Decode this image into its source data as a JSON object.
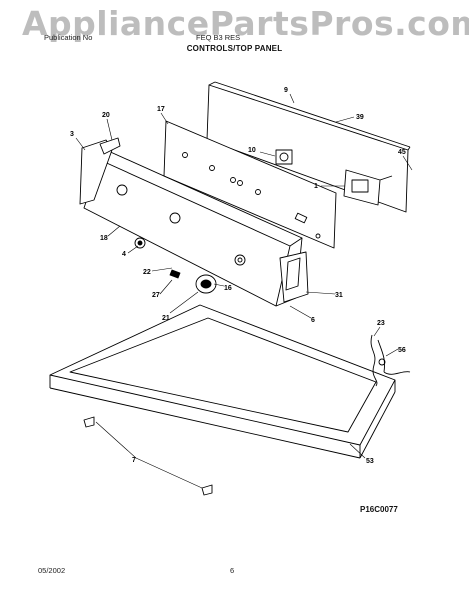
{
  "watermark": "AppliancePartsPros.com",
  "header": {
    "publication_label": "Publication No",
    "publication_value": "",
    "model_label": "",
    "model_value": "FEQ B3 RES",
    "section_title": "CONTROLS/TOP PANEL"
  },
  "diagram_id": "P16C0077",
  "footer": {
    "date": "05/2002",
    "page": "6"
  },
  "parts": [
    {
      "id": "p9",
      "label": "9"
    },
    {
      "id": "p39",
      "label": "39"
    },
    {
      "id": "p45",
      "label": "45"
    },
    {
      "id": "p10",
      "label": "10"
    },
    {
      "id": "p1",
      "label": "1"
    },
    {
      "id": "p17",
      "label": "17"
    },
    {
      "id": "p20",
      "label": "20"
    },
    {
      "id": "p3",
      "label": "3"
    },
    {
      "id": "p18",
      "label": "18"
    },
    {
      "id": "p4",
      "label": "4"
    },
    {
      "id": "p22",
      "label": "22"
    },
    {
      "id": "p27",
      "label": "27"
    },
    {
      "id": "p16",
      "label": "16"
    },
    {
      "id": "p21",
      "label": "21"
    },
    {
      "id": "p31",
      "label": "31"
    },
    {
      "id": "p6",
      "label": "6"
    },
    {
      "id": "p23",
      "label": "23"
    },
    {
      "id": "p56",
      "label": "56"
    },
    {
      "id": "p53",
      "label": "53"
    },
    {
      "id": "p7",
      "label": "7"
    }
  ]
}
